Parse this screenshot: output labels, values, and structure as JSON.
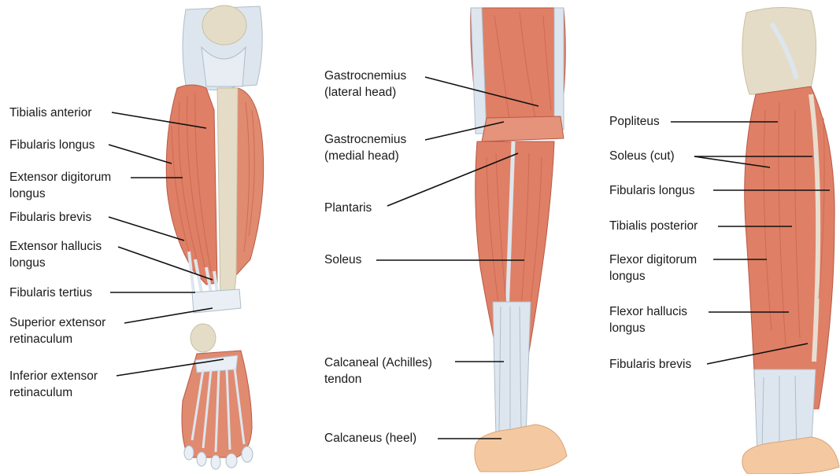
{
  "colors": {
    "muscle": "#df7f66",
    "muscle_dark": "#c8614b",
    "muscle_light": "#eea592",
    "tendon": "#dde6ee",
    "tendon_line": "#aebdca",
    "bone": "#e4dcc6",
    "skin": "#f4c9a1",
    "leader": "#111111",
    "text": "#1a1a1a"
  },
  "icons": [
    "anterior-leg-illustration",
    "posterior-leg-illustration",
    "deep-posterior-leg-illustration"
  ],
  "panels": {
    "anterior": {
      "labels": [
        "Tibialis anterior",
        "Fibularis longus",
        "Extensor digitorum\nlongus",
        "Fibularis brevis",
        "Extensor hallucis\nlongus",
        "Fibularis tertius",
        "Superior extensor\nretinaculum",
        "Inferior extensor\nretinaculum"
      ]
    },
    "posterior": {
      "labels": [
        "Gastrocnemius\n(lateral head)",
        "Gastrocnemius\n(medial head)",
        "Plantaris",
        "Soleus",
        "Calcaneal (Achilles)\ntendon",
        "Calcaneus (heel)"
      ]
    },
    "deep": {
      "labels": [
        "Popliteus",
        "Soleus (cut)",
        "Fibularis longus",
        "Tibialis posterior",
        "Flexor digitorum\nlongus",
        "Flexor hallucis\nlongus",
        "Fibularis brevis"
      ]
    }
  }
}
